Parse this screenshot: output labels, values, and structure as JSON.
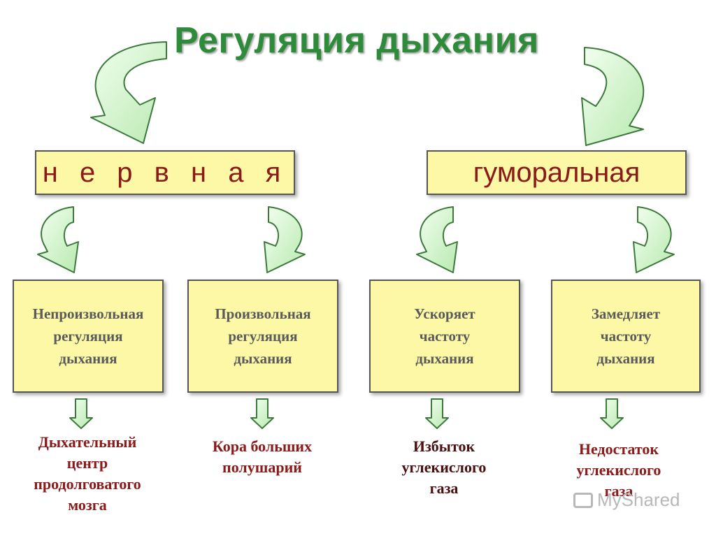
{
  "title": "Регуляция дыхания",
  "categories": [
    {
      "label": "н е р в н а я"
    },
    {
      "label": "гуморальная"
    }
  ],
  "subtypes": [
    {
      "lines": [
        "Непроизвольная",
        "регуляция",
        "дыхания"
      ]
    },
    {
      "lines": [
        "Произвольная",
        "регуляция",
        "дыхания"
      ]
    },
    {
      "lines": [
        "Ускоряет",
        "частоту",
        "дыхания"
      ]
    },
    {
      "lines": [
        "Замедляет",
        "частоту",
        "дыхания"
      ]
    }
  ],
  "results": [
    {
      "lines": [
        "Дыхательный",
        "центр",
        "продолговатого",
        "мозга"
      ]
    },
    {
      "lines": [
        "Кора больших",
        "полушарий"
      ]
    },
    {
      "lines": [
        "Избыток",
        "углекислого",
        "газа"
      ]
    },
    {
      "lines": [
        "Недостаток",
        "углекислого",
        "газа"
      ]
    }
  ],
  "watermark": "MyShared",
  "colors": {
    "title": "#2e8b3a",
    "box_fill": "#fcf8a6",
    "category_text": "#8b1a1a",
    "arrow_fill": "#d8f5d0",
    "arrow_stroke": "#3b7a3b"
  }
}
